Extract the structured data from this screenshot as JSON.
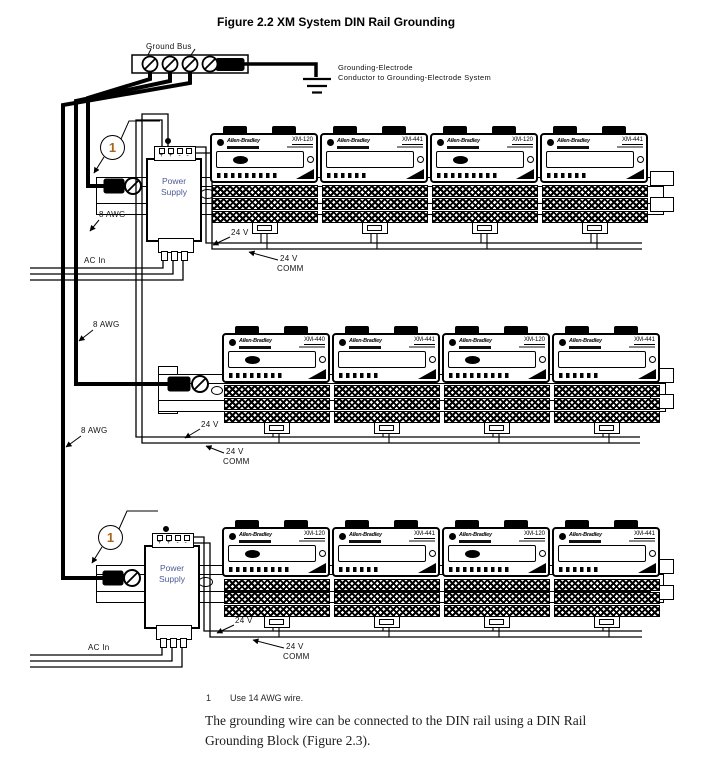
{
  "title": "Figure 2.2 XM System DIN Rail Grounding",
  "ground_bus": {
    "label": "Ground Bus"
  },
  "grounding_electrode": {
    "line1": "Grounding-Electrode",
    "line2": "Conductor to Grounding-Electrode System"
  },
  "wire_labels": {
    "awg8": "8 AWG",
    "ac_in": "AC In",
    "v24": "24 V",
    "comm": "COMM"
  },
  "power_supply": {
    "line1": "Power",
    "line2": "Supply",
    "polarity": "+ + - -",
    "callout": "1"
  },
  "brand": "Allen-Bradley",
  "rows": [
    {
      "modules": [
        {
          "model": "XM-120"
        },
        {
          "model": "XM-441"
        },
        {
          "model": "XM-120"
        },
        {
          "model": "XM-441"
        }
      ]
    },
    {
      "modules": [
        {
          "model": "XM-440"
        },
        {
          "model": "XM-441"
        },
        {
          "model": "XM-120"
        },
        {
          "model": "XM-441"
        }
      ]
    },
    {
      "modules": [
        {
          "model": "XM-120"
        },
        {
          "model": "XM-441"
        },
        {
          "model": "XM-120"
        },
        {
          "model": "XM-441"
        }
      ]
    }
  ],
  "footnote": {
    "number": "1",
    "text": "Use 14 AWG wire."
  },
  "body_text": {
    "line1": "The grounding wire can be connected to the DIN rail using a DIN Rail",
    "line2": "Grounding Block (Figure 2.3)."
  },
  "colors": {
    "line": "#000000",
    "power_supply_text": "#4a5a96",
    "callout_number": "#a8641e"
  }
}
